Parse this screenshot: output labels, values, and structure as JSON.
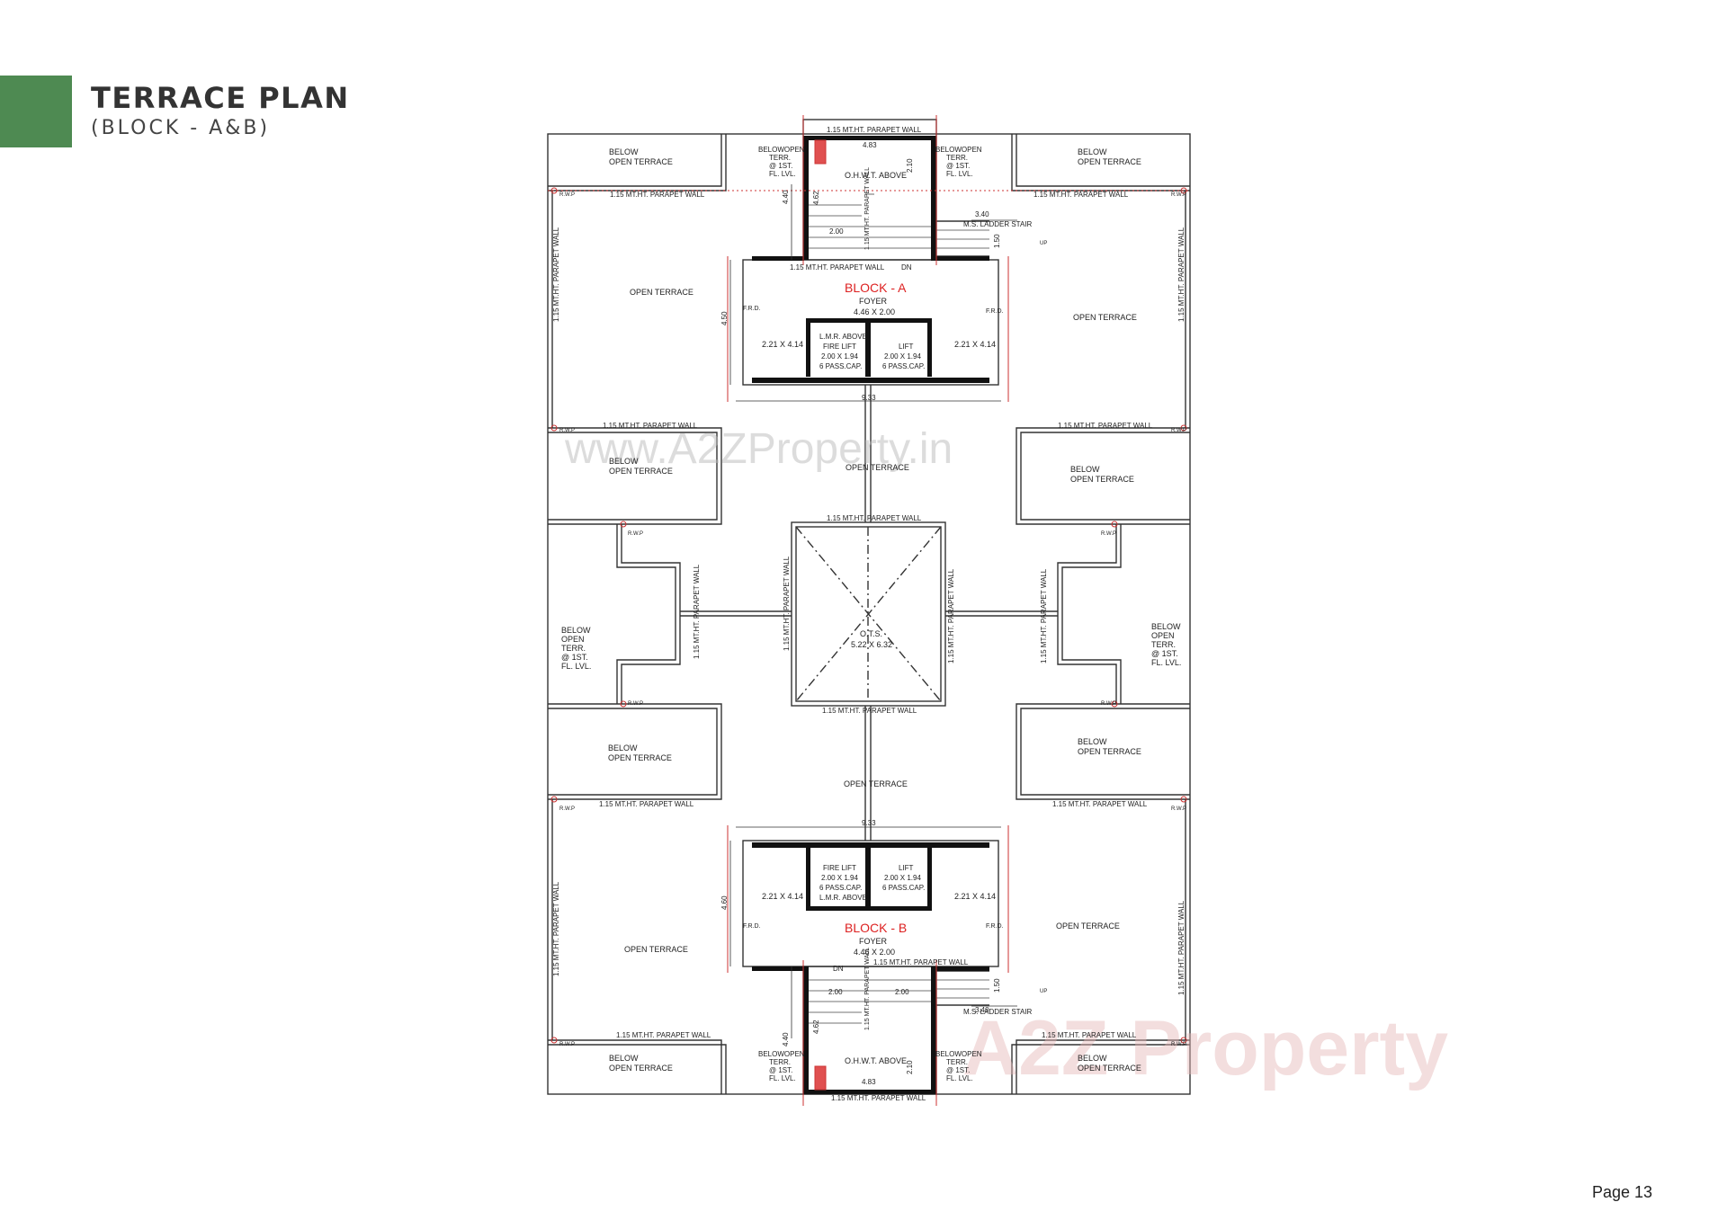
{
  "header": {
    "title": "TERRACE PLAN",
    "subtitle": "(BLOCK - A&B)",
    "accent_color": "#4e8a52"
  },
  "footer": {
    "page": "Page 13"
  },
  "watermarks": [
    "www.A2ZProperty.in",
    "A2Z Property"
  ],
  "plan": {
    "parapet": "1.15 MT.HT. PARAPET WALL",
    "below_open_terrace": [
      "BELOW",
      "OPEN TERRACE"
    ],
    "below_open_terr_1st": [
      "BELOW",
      "OPEN",
      "TERR.",
      "@ 1ST.",
      "FL. LVL."
    ],
    "below_open_terr_small": [
      "BELOWOPEN",
      "TERR.",
      "@ 1ST.",
      "FL. LVL."
    ],
    "open_terrace": "OPEN TERRACE",
    "rwp": "R.W.P",
    "frd": "F.R.D.",
    "ohwt": "O.H.W.T. ABOVE",
    "ladder": "M.S. LADDER STAIR",
    "up": "UP",
    "dn": "DN",
    "room_size": "2.21 X 4.14",
    "foyer": "FOYER",
    "foyer_size": "4.46 X 2.00",
    "block_a": "BLOCK - A",
    "block_b": "BLOCK - B",
    "fire_lift_a": [
      "L.M.R. ABOVE",
      "FIRE LIFT",
      "2.00 X 1.94",
      "6 PASS.CAP."
    ],
    "fire_lift_b": [
      "FIRE LIFT",
      "2.00 X 1.94",
      "6 PASS.CAP.",
      "L.M.R. ABOVE"
    ],
    "lift": [
      "LIFT",
      "2.00 X 1.94",
      "6 PASS.CAP."
    ],
    "ots": [
      "O.T.S.",
      "5.22 X 6.32"
    ],
    "dims": {
      "d483": "4.83",
      "d210": "2.10",
      "d440": "4.40",
      "d462": "4.62",
      "d200": "2.00",
      "d340": "3.40",
      "d150": "1.50",
      "d450": "4.50",
      "d933": "9.33",
      "d460": "4.60"
    }
  }
}
